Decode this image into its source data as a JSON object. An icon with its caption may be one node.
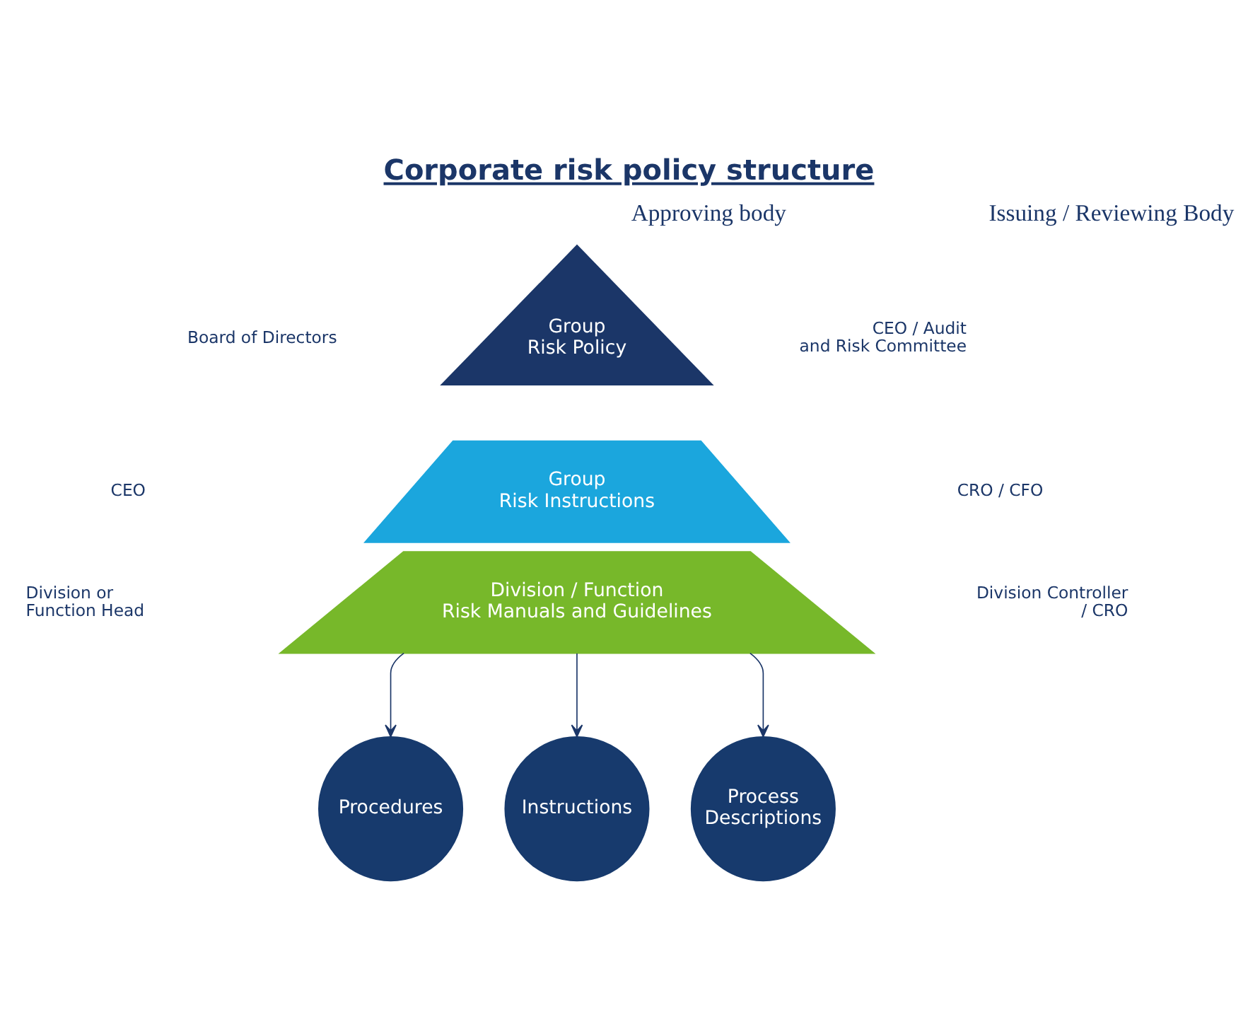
{
  "diagram": {
    "title": "Corporate risk policy structure",
    "nodes": [
      {
        "text": [
          "Group Risk Policy"
        ]
      },
      {
        "text": [
          "Group Risk Instructions"
        ]
      },
      {
        "text": [
          "Division / Function Risk Manuals and Guidelines"
        ]
      },
      {
        "text": [
          "Procedures"
        ]
      },
      {
        "text": [
          "Instructions"
        ]
      },
      {
        "text": [
          "Process Descriptions"
        ]
      }
    ],
    "edges": [
      {
        "from": 2,
        "to": 3,
        "arrow": "to"
      },
      {
        "from": 2,
        "to": 4,
        "arrow": "to"
      },
      {
        "from": 2,
        "to": 5,
        "arrow": "to"
      }
    ],
    "labels": [
      "Approving body",
      "Issuing / Reviewing Body",
      "Board of Directors",
      "CEO / Audit and Risk Committee",
      "CEO",
      "CRO / CFO",
      "Division or Function Head",
      "Division Controller / CRO"
    ]
  }
}
